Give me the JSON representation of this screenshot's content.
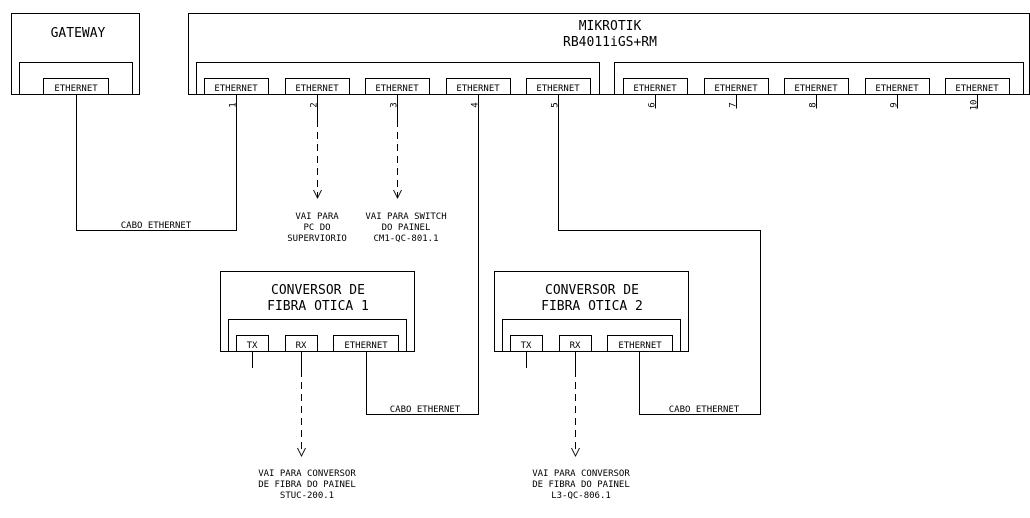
{
  "diagram": {
    "gateway": {
      "title": "GATEWAY",
      "port": "ETHERNET"
    },
    "router": {
      "title_line1": "MIKROTIK",
      "title_line2": "RB4011iGS+RM",
      "ports": [
        {
          "label": "ETHERNET",
          "number": "1"
        },
        {
          "label": "ETHERNET",
          "number": "2"
        },
        {
          "label": "ETHERNET",
          "number": "3"
        },
        {
          "label": "ETHERNET",
          "number": "4"
        },
        {
          "label": "ETHERNET",
          "number": "5"
        },
        {
          "label": "ETHERNET",
          "number": "6"
        },
        {
          "label": "ETHERNET",
          "number": "7"
        },
        {
          "label": "ETHERNET",
          "number": "8"
        },
        {
          "label": "ETHERNET",
          "number": "9"
        },
        {
          "label": "ETHERNET",
          "number": "10"
        }
      ]
    },
    "converters": [
      {
        "title_line1": "CONVERSOR DE",
        "title_line2": "FIBRA OTICA 1",
        "ports": [
          "TX",
          "RX",
          "ETHERNET"
        ],
        "destination": [
          "VAI PARA CONVERSOR",
          "DE FIBRA DO PAINEL",
          "STUC-200.1"
        ]
      },
      {
        "title_line1": "CONVERSOR DE",
        "title_line2": "FIBRA OTICA 2",
        "ports": [
          "TX",
          "RX",
          "ETHERNET"
        ],
        "destination": [
          "VAI PARA CONVERSOR",
          "DE FIBRA DO PAINEL",
          "L3-QC-806.1"
        ]
      }
    ],
    "cable_label": "CABO ETHERNET",
    "cables": [
      "CABO ETHERNET",
      "CABO ETHERNET",
      "CABO ETHERNET"
    ],
    "port2_destination": [
      "VAI PARA",
      "PC DO",
      "SUPERVIORIO"
    ],
    "port3_destination": [
      "VAI PARA SWITCH",
      "DO PAINEL",
      "CM1-QC-801.1"
    ]
  }
}
